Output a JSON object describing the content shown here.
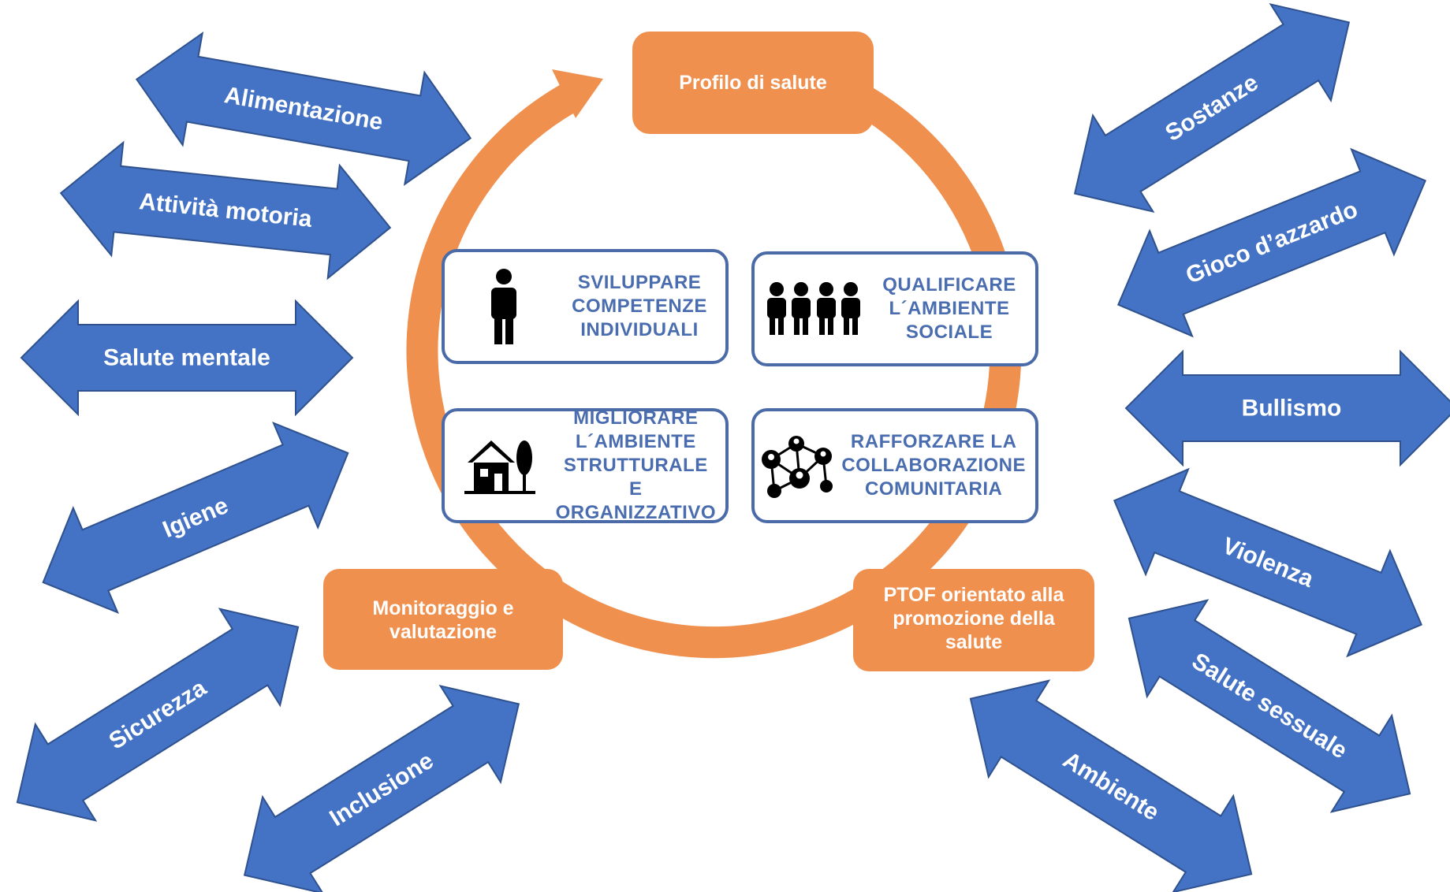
{
  "colors": {
    "arrow_fill": "#4472c4",
    "arrow_stroke": "#2f528f",
    "cycle_orange": "#ef904e",
    "box_border": "#4a6aa8",
    "box_text": "#4a6db0"
  },
  "cycle": {
    "top_stage": "Profilo di salute",
    "left_stage": [
      "Monitoraggio e",
      "valutazione"
    ],
    "right_stage": [
      "PTOF orientato alla",
      "promozione della",
      "salute"
    ]
  },
  "actions": [
    {
      "icon": "person-icon",
      "lines": [
        "SVILUPPARE",
        "COMPETENZE",
        "INDIVIDUALI"
      ]
    },
    {
      "icon": "people-group-icon",
      "lines": [
        "QUALIFICARE",
        "L´AMBIENTE",
        "SOCIALE"
      ]
    },
    {
      "icon": "house-tree-icon",
      "lines": [
        "MIGLIORARE",
        "L´AMBIENTE",
        "STRUTTURALE E",
        "ORGANIZZATIVO"
      ]
    },
    {
      "icon": "network-icon",
      "lines": [
        "RAFFORZARE LA",
        "COLLABORAZIONE",
        "COMUNITARIA"
      ]
    }
  ],
  "topics_left": [
    "Alimentazione",
    "Attività motoria",
    "Salute mentale",
    "Igiene",
    "Sicurezza",
    "Inclusione"
  ],
  "topics_right": [
    "Sostanze",
    "Gioco d’azzardo",
    "Bullismo",
    "Violenza",
    "Salute sessuale",
    "Ambiente"
  ]
}
